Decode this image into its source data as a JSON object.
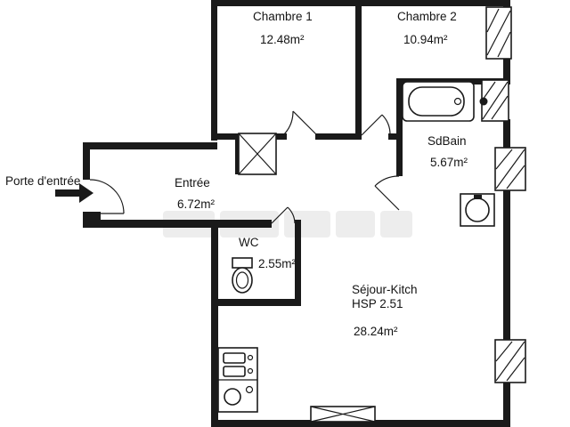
{
  "plan": {
    "entrance_label": "Porte d'entrée",
    "rooms": {
      "chambre1": {
        "name": "Chambre 1",
        "area": "12.48m²"
      },
      "chambre2": {
        "name": "Chambre 2",
        "area": "10.94m²"
      },
      "sdbain": {
        "name": "SdBain",
        "area": "5.67m²"
      },
      "entree": {
        "name": "Entrée",
        "area": "6.72m²"
      },
      "wc": {
        "name": "WC",
        "area": "2.55m²"
      },
      "sejour": {
        "name": "Séjour-Kitch",
        "hsp": "HSP 2.51",
        "area": "28.24m²"
      }
    },
    "colors": {
      "wall": "#1a1a1a",
      "background": "#ffffff",
      "watermark": "#ebebeb"
    }
  }
}
